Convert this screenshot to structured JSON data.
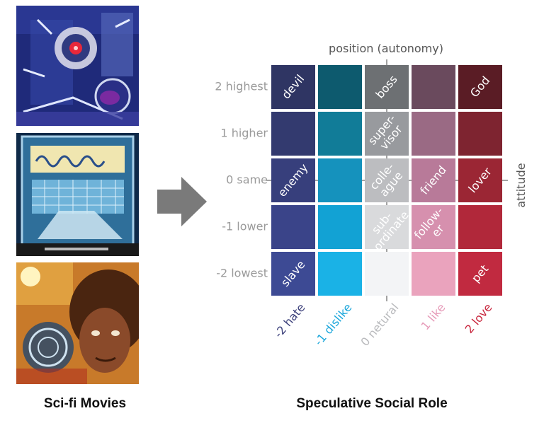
{
  "captions": {
    "left": "Sci-fi Movies",
    "right": "Speculative Social Role"
  },
  "stills": [
    {
      "name": "robot-eye-still",
      "subject": "red robot eye"
    },
    {
      "name": "computer-terminal-still",
      "subject": "computer screen"
    },
    {
      "name": "face-still",
      "subject": "man's face"
    }
  ],
  "grid": {
    "top_axis": "position (autonomy)",
    "right_axis": "attitude",
    "rows": [
      "2 highest",
      "1 higher",
      "0 same",
      "-1 lower",
      "-2 lowest"
    ],
    "columns": [
      {
        "label": "-2 hate",
        "color": "#3b3f7a"
      },
      {
        "label": "-1 dislike",
        "color": "#1aa6db"
      },
      {
        "label": "0 netural",
        "color": "#b9babd"
      },
      {
        "label": "1 like",
        "color": "#e69ab8"
      },
      {
        "label": "2 love",
        "color": "#c8253c"
      }
    ],
    "cells": [
      [
        {
          "color": "#2f3563",
          "label": [
            "devil"
          ]
        },
        {
          "color": "#0d5a6e",
          "label": []
        },
        {
          "color": "#6d7073",
          "label": [
            "boss"
          ]
        },
        {
          "color": "#6a4a5d",
          "label": []
        },
        {
          "color": "#5a1c25",
          "label": [
            "God"
          ]
        }
      ],
      [
        {
          "color": "#333a6f",
          "label": []
        },
        {
          "color": "#117c98",
          "label": []
        },
        {
          "color": "#989a9e",
          "label": [
            "super-",
            "visor"
          ]
        },
        {
          "color": "#9a6a84",
          "label": []
        },
        {
          "color": "#7e2430",
          "label": []
        }
      ],
      [
        {
          "color": "#373f7c",
          "label": [
            "enemy"
          ]
        },
        {
          "color": "#1592bd",
          "label": []
        },
        {
          "color": "#bcbdc0",
          "label": [
            "colle-",
            "ague"
          ]
        },
        {
          "color": "#b87a99",
          "label": [
            "friend"
          ]
        },
        {
          "color": "#9b2634",
          "label": [
            "lover"
          ]
        }
      ],
      [
        {
          "color": "#3a4489",
          "label": []
        },
        {
          "color": "#12a2d4",
          "label": []
        },
        {
          "color": "#d9dadc",
          "label": [
            "sub-",
            "ordinate"
          ]
        },
        {
          "color": "#d690ae",
          "label": [
            "follow-",
            "er"
          ]
        },
        {
          "color": "#b1283a",
          "label": []
        }
      ],
      [
        {
          "color": "#3d4a94",
          "label": [
            "slave"
          ]
        },
        {
          "color": "#1ab2e6",
          "label": []
        },
        {
          "color": "#f3f4f6",
          "label": []
        },
        {
          "color": "#eaa3bd",
          "label": []
        },
        {
          "color": "#c12a40",
          "label": [
            "pet"
          ]
        }
      ]
    ],
    "colors": {
      "right_axis": "#f0a07d",
      "row_label": "#9a9a9a"
    }
  },
  "arrow": {
    "color": "#7a7a7a"
  }
}
